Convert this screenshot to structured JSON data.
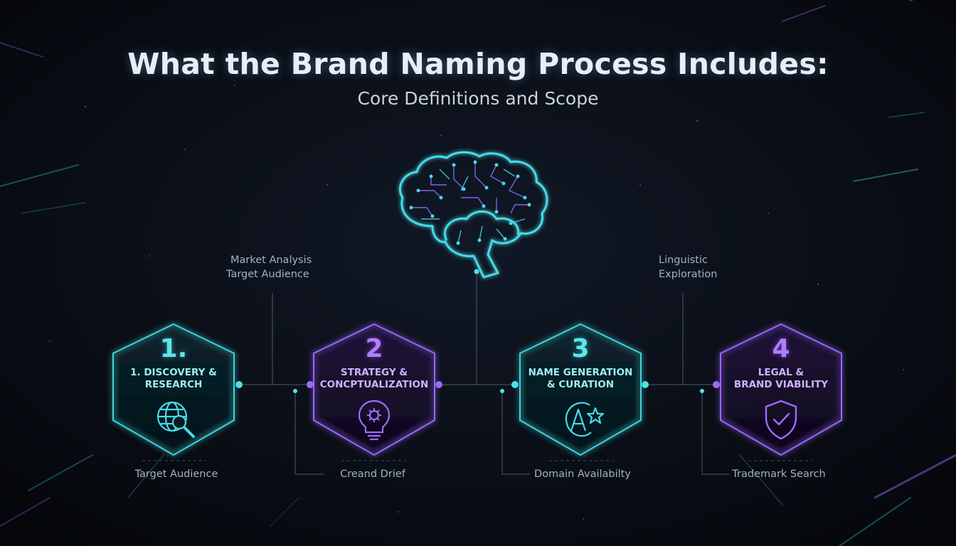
{
  "title": "What the Brand Naming Process Includes:",
  "subtitle": "Core Definitions and Scope",
  "annotations_above": [
    {
      "lines": [
        "Market Analysis",
        "Target Audience"
      ]
    },
    {
      "lines": [
        "Linguistic",
        "Exploration"
      ]
    }
  ],
  "steps": [
    {
      "number": "1.",
      "title_lines": [
        "1. DISCOVERY &",
        "RESEARCH"
      ],
      "icon": "globe-search-icon",
      "caption": "Target Audience",
      "accent": "#4fe3ea"
    },
    {
      "number": "2",
      "title_lines": [
        "STRATEGY &",
        "CONCPTUALIZATION"
      ],
      "icon": "lightbulb-gear-icon",
      "caption": "Creand Drief",
      "accent": "#a06bff"
    },
    {
      "number": "3",
      "title_lines": [
        "NAME GENERATION",
        "& CURATION"
      ],
      "icon": "letter-a-star-icon",
      "caption": "Domain Availabilty",
      "accent": "#4fe3ea"
    },
    {
      "number": "4",
      "title_lines": [
        "LEGAL &",
        "BRAND VIABILITY"
      ],
      "icon": "shield-check-icon",
      "caption": "Trademark Search",
      "accent": "#a06bff"
    }
  ],
  "center_icon": "circuit-brain-icon",
  "colors": {
    "background": "#0a0d14",
    "teal": "#4fe3ea",
    "violet": "#a06bff",
    "text": "#e8eef5"
  }
}
